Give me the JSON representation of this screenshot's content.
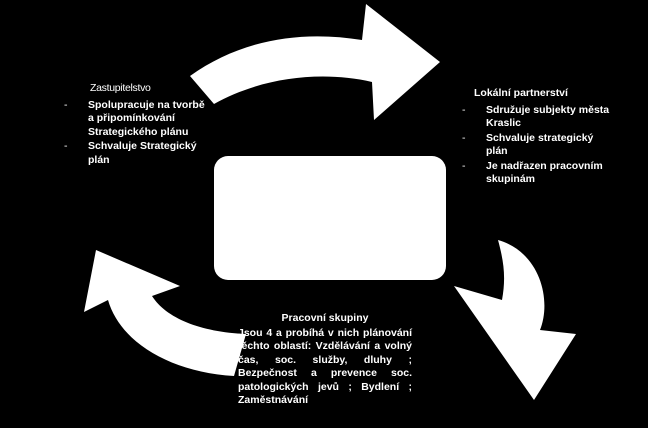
{
  "left_block": {
    "title": "Zastupitelstvo",
    "items": [
      "Spolupracuje na tvorbě a připomínkování Strategického plánu",
      "Schvaluje Strategický plán"
    ]
  },
  "right_block": {
    "title": "Lokální partnerství",
    "items": [
      "Sdružuje subjekty města Kraslic",
      "Schvaluje strategický plán",
      "Je nadřazen pracovním skupinám"
    ]
  },
  "bottom_block": {
    "title": "Pracovní skupiny",
    "body": "Jsou 4 a probíhá v nich plánování těchto oblastí: Vzdělávání a volný čas, soc. služby, dluhy ; Bezpečnost a prevence soc. patologických jevů ; Bydlení ; Zaměstnávání"
  },
  "colors": {
    "background": "#000000",
    "shapes": "#ffffff",
    "text": "#ffffff"
  }
}
